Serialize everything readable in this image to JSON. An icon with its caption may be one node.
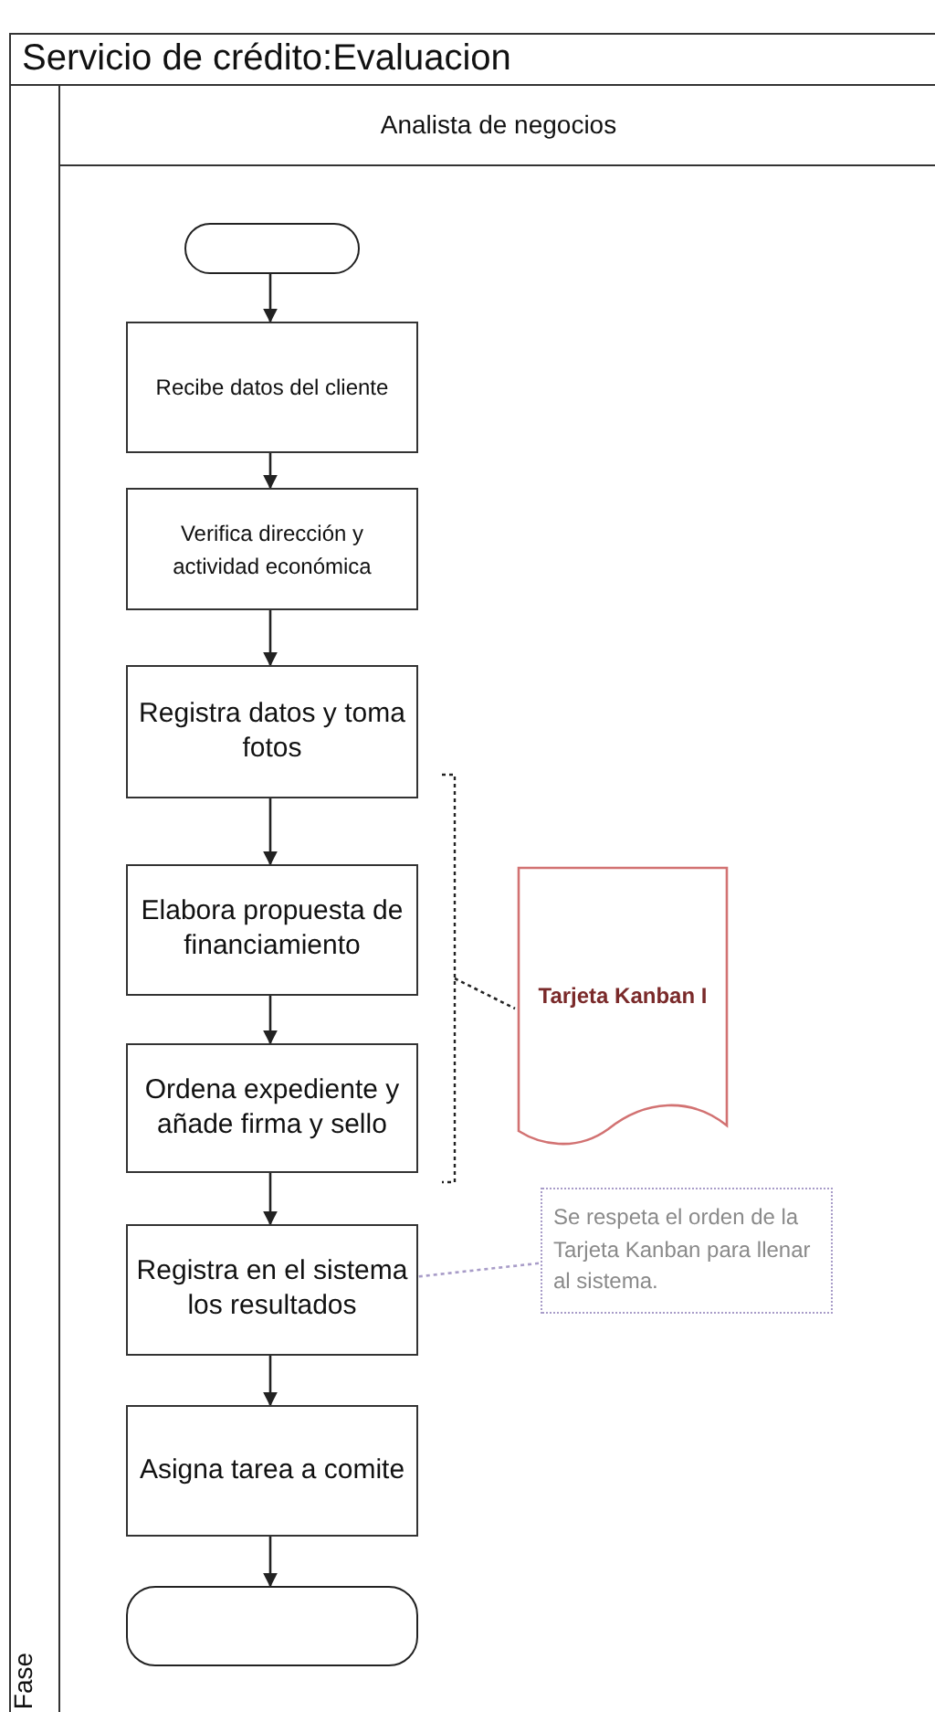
{
  "diagram": {
    "title": "Servicio de crédito:Evaluacion",
    "nodes": [
      {
        "text": [
          "Analista de negocios"
        ]
      },
      {
        "text": [],
        "shape": "terminal",
        "in": 0
      },
      {
        "text": [
          "Recibe datos del cliente"
        ],
        "in": 0
      },
      {
        "text": [
          "Verifica dirección y actividad económica"
        ],
        "in": 0
      },
      {
        "text": [
          "Registra datos y toma fotos"
        ],
        "in": 0
      },
      {
        "text": [
          "Elabora propuesta de financiamiento"
        ],
        "in": 0
      },
      {
        "text": [
          "Ordena expediente y añade firma y sello"
        ],
        "in": 0
      },
      {
        "text": [
          "Registra en el sistema los resultados"
        ],
        "in": 0
      },
      {
        "text": [
          "Asigna tarea a comite"
        ],
        "in": 0
      },
      {
        "text": [],
        "shape": "terminal",
        "in": 0
      },
      {
        "text": [],
        "shape": "bracket",
        "in": 0
      },
      {
        "text": [
          "Tarjeta Kanban I"
        ],
        "in": 0
      },
      {
        "text": [
          "Se respeta el orden de la Tarjeta Kanban para llenar al sistema."
        ],
        "in": 0
      }
    ],
    "edges": [
      {
        "from": 1,
        "to": 2,
        "arrow": "to"
      },
      {
        "from": 2,
        "to": 3,
        "arrow": "to"
      },
      {
        "from": 3,
        "to": 4,
        "arrow": "to"
      },
      {
        "from": 4,
        "to": 5,
        "arrow": "to"
      },
      {
        "from": 5,
        "to": 6,
        "arrow": "to"
      },
      {
        "from": 6,
        "to": 7,
        "arrow": "to"
      },
      {
        "from": 7,
        "to": 8,
        "arrow": "to"
      },
      {
        "from": 8,
        "to": 9,
        "arrow": "to"
      },
      {
        "from": 10,
        "to": 11,
        "arrow": "none",
        "style": "dashed"
      },
      {
        "from": 12,
        "to": 7,
        "arrow": "none",
        "style": "dashed",
        "color": "#a89cc8"
      }
    ],
    "labels": [
      "Fase"
    ]
  }
}
